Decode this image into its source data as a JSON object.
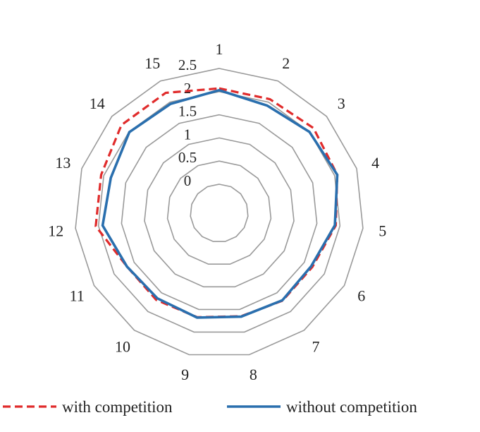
{
  "chart_data": {
    "type": "radar",
    "categories": [
      "1",
      "2",
      "3",
      "4",
      "5",
      "6",
      "7",
      "8",
      "9",
      "10",
      "11",
      "12",
      "13",
      "14",
      "15"
    ],
    "rlim": [
      0,
      2.5
    ],
    "ticks": [
      "0",
      "0.5",
      "1",
      "1.5",
      "2",
      "2.5"
    ],
    "tick_values": [
      0,
      0.5,
      1,
      1.5,
      2,
      2.5
    ],
    "grid": true,
    "legend_position": "bottom",
    "series": [
      {
        "name": "with competition",
        "style": "dashed",
        "color": "#e02b2b",
        "values": [
          2.07,
          2.07,
          2.12,
          2.06,
          1.91,
          1.7,
          1.71,
          1.65,
          1.67,
          1.69,
          1.68,
          2.06,
          2.06,
          2.22,
          2.22
        ]
      },
      {
        "name": "without competition",
        "style": "solid",
        "color": "#2a6fae",
        "values": [
          2.03,
          1.92,
          2.0,
          2.06,
          1.89,
          1.67,
          1.7,
          1.66,
          1.68,
          1.65,
          1.68,
          1.91,
          1.84,
          1.99,
          1.96
        ]
      }
    ]
  }
}
